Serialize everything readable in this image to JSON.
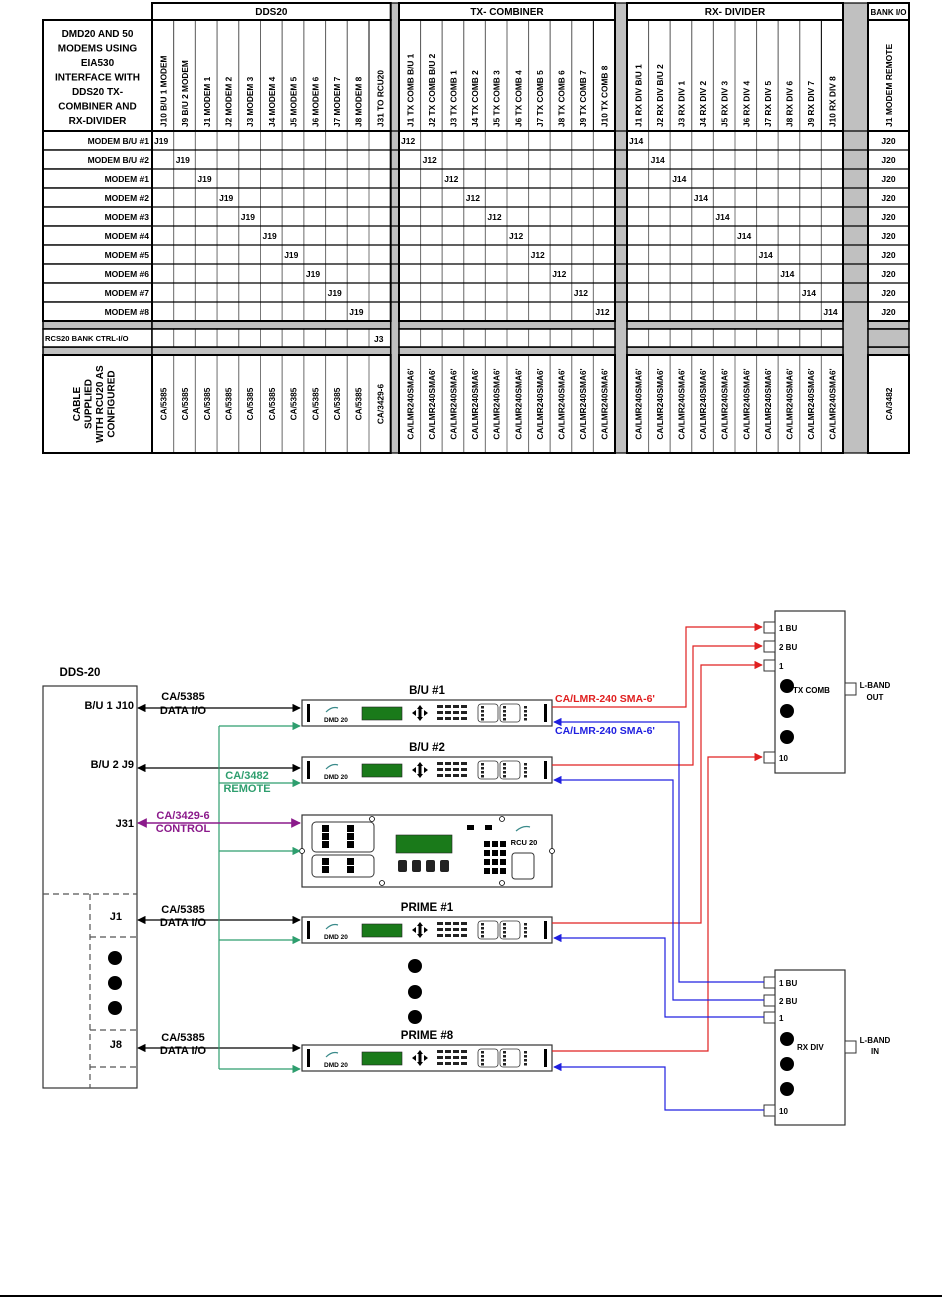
{
  "table": {
    "corner_label": [
      "DMD20 AND 50",
      "MODEMS USING",
      "EIA530",
      "INTERFACE WITH",
      "DDS20 TX-",
      "COMBINER AND",
      "RX-DIVIDER"
    ],
    "groups": [
      {
        "name": "DDS20",
        "columns": [
          "J10 B/U 1 MODEM",
          "J9 B/U 2 MODEM",
          "J1 MODEM 1",
          "J2 MODEM 2",
          "J3 MODEM 3",
          "J4 MODEM 4",
          "J5 MODEM 5",
          "J6 MODEM 6",
          "J7 MODEM 7",
          "J8 MODEM 8",
          "J31 TO RCU20"
        ],
        "cables": [
          "CA/5385",
          "CA/5385",
          "CA/5385",
          "CA/5385",
          "CA/5385",
          "CA/5385",
          "CA/5385",
          "CA/5385",
          "CA/5385",
          "CA/5385",
          "CA/3429-6"
        ]
      },
      {
        "name": "TX- COMBINER",
        "columns": [
          "J1 TX COMB B/U 1",
          "J2 TX COMB B/U 2",
          "J3 TX COMB  1",
          "J4 TX COMB 2",
          "J5 TX COMB 3",
          "J6 TX COMB 4",
          "J7 TX COMB 5",
          "J8 TX COMB 6",
          "J9 TX COMB 7",
          "J10 TX COMB 8"
        ],
        "cables": [
          "CA/LMR240SMA6'",
          "CA/LMR240SMA6'",
          "CA/LMR240SMA6'",
          "CA/LMR240SMA6'",
          "CA/LMR240SMA6'",
          "CA/LMR240SMA6'",
          "CA/LMR240SMA6'",
          "CA/LMR240SMA6'",
          "CA/LMR240SMA6'",
          "CA/LMR240SMA6'"
        ]
      },
      {
        "name": "RX- DIVIDER",
        "columns": [
          "J1 RX DIV B/U 1",
          "J2 RX DIV B/U 2",
          "J3 RX DIV 1",
          "J4 RX DIV 2",
          "J5 RX DIV 3",
          "J6 RX DIV 4",
          "J7 RX DIV 5",
          "J8 RX DIV 6",
          "J9 RX DIV 7",
          "J10 RX DIV 8"
        ],
        "cables": [
          "CA/LMR240SMA6'",
          "CA/LMR240SMA6'",
          "CA/LMR240SMA6'",
          "CA/LMR240SMA6'",
          "CA/LMR240SMA6'",
          "CA/LMR240SMA6'",
          "CA/LMR240SMA6'",
          "CA/LMR240SMA6'",
          "CA/LMR240SMA6'",
          "CA/LMR240SMA6'"
        ]
      },
      {
        "name": "BANK I/O",
        "columns": [
          "J1 MODEM REMOTE"
        ],
        "cables": [
          "CA/3482"
        ]
      }
    ],
    "rows": [
      {
        "label": "MODEM B/U #1",
        "dds": "J19",
        "dds_col": 0,
        "tx": "J12",
        "tx_col": 0,
        "rx": "J14",
        "rx_col": 0,
        "bank": "J20"
      },
      {
        "label": "MODEM B/U #2",
        "dds": "J19",
        "dds_col": 1,
        "tx": "J12",
        "tx_col": 1,
        "rx": "J14",
        "rx_col": 1,
        "bank": "J20"
      },
      {
        "label": "MODEM #1",
        "dds": "J19",
        "dds_col": 2,
        "tx": "J12",
        "tx_col": 2,
        "rx": "J14",
        "rx_col": 2,
        "bank": "J20"
      },
      {
        "label": "MODEM #2",
        "dds": "J19",
        "dds_col": 3,
        "tx": "J12",
        "tx_col": 3,
        "rx": "J14",
        "rx_col": 3,
        "bank": "J20"
      },
      {
        "label": "MODEM #3",
        "dds": "J19",
        "dds_col": 4,
        "tx": "J12",
        "tx_col": 4,
        "rx": "J14",
        "rx_col": 4,
        "bank": "J20"
      },
      {
        "label": "MODEM #4",
        "dds": "J19",
        "dds_col": 5,
        "tx": "J12",
        "tx_col": 5,
        "rx": "J14",
        "rx_col": 5,
        "bank": "J20"
      },
      {
        "label": "MODEM #5",
        "dds": "J19",
        "dds_col": 6,
        "tx": "J12",
        "tx_col": 6,
        "rx": "J14",
        "rx_col": 6,
        "bank": "J20"
      },
      {
        "label": "MODEM #6",
        "dds": "J19",
        "dds_col": 7,
        "tx": "J12",
        "tx_col": 7,
        "rx": "J14",
        "rx_col": 7,
        "bank": "J20"
      },
      {
        "label": "MODEM #7",
        "dds": "J19",
        "dds_col": 8,
        "tx": "J12",
        "tx_col": 8,
        "rx": "J14",
        "rx_col": 8,
        "bank": "J20"
      },
      {
        "label": "MODEM #8",
        "dds": "J19",
        "dds_col": 9,
        "tx": "J12",
        "tx_col": 9,
        "rx": "J14",
        "rx_col": 9,
        "bank": "J20"
      }
    ],
    "ctrl_row": {
      "label": "RCS20 BANK CTRL-I/O",
      "value": "J3",
      "dds_col": 10
    },
    "cable_label": [
      "CABLE",
      "SUPPLIED",
      "WITH RCU20 AS",
      "CONFIGURED"
    ]
  },
  "diagram": {
    "dds_title": "DDS-20",
    "ports": {
      "bu1": "B/U 1 J10",
      "bu2": "B/U  2 J9",
      "j31": "J31",
      "j1": "J1",
      "j8": "J8"
    },
    "links": {
      "data_io_top": [
        "CA/5385",
        "DATA I/O"
      ],
      "remote": [
        "CA/3482",
        "REMOTE"
      ],
      "control": [
        "CA/3429-6",
        "CONTROL"
      ],
      "data_io_j1": [
        "CA/5385",
        "DATA I/O"
      ],
      "data_io_j8": [
        "CA/5385",
        "DATA I/O"
      ],
      "tx_cable": "CA/LMR-240 SMA-6'",
      "rx_cable": "CA/LMR-240 SMA-6'"
    },
    "modems": [
      {
        "title": "B/U #1",
        "model": "DMD 20"
      },
      {
        "title": "B/U #2",
        "model": "DMD 20"
      },
      {
        "title": "PRIME #1",
        "model": "DMD 20"
      },
      {
        "title": "PRIME #8",
        "model": "DMD 20"
      }
    ],
    "rcu_model": "RCU 20",
    "tx_comb": {
      "name": "TX COMB",
      "ports": [
        "1 BU",
        "2 BU",
        "1",
        "10"
      ],
      "out": [
        "L-BAND",
        "OUT"
      ]
    },
    "rx_div": {
      "name": "RX DIV",
      "ports": [
        "1 BU",
        "2 BU",
        "1",
        "10"
      ],
      "in": [
        "L-BAND",
        "IN"
      ]
    },
    "colors": {
      "data": "#000000",
      "remote": "#2e9e6e",
      "control": "#8b1a8b",
      "tx": "#e02020",
      "rx": "#2020e0",
      "lcd": "#1a7a1a"
    }
  }
}
